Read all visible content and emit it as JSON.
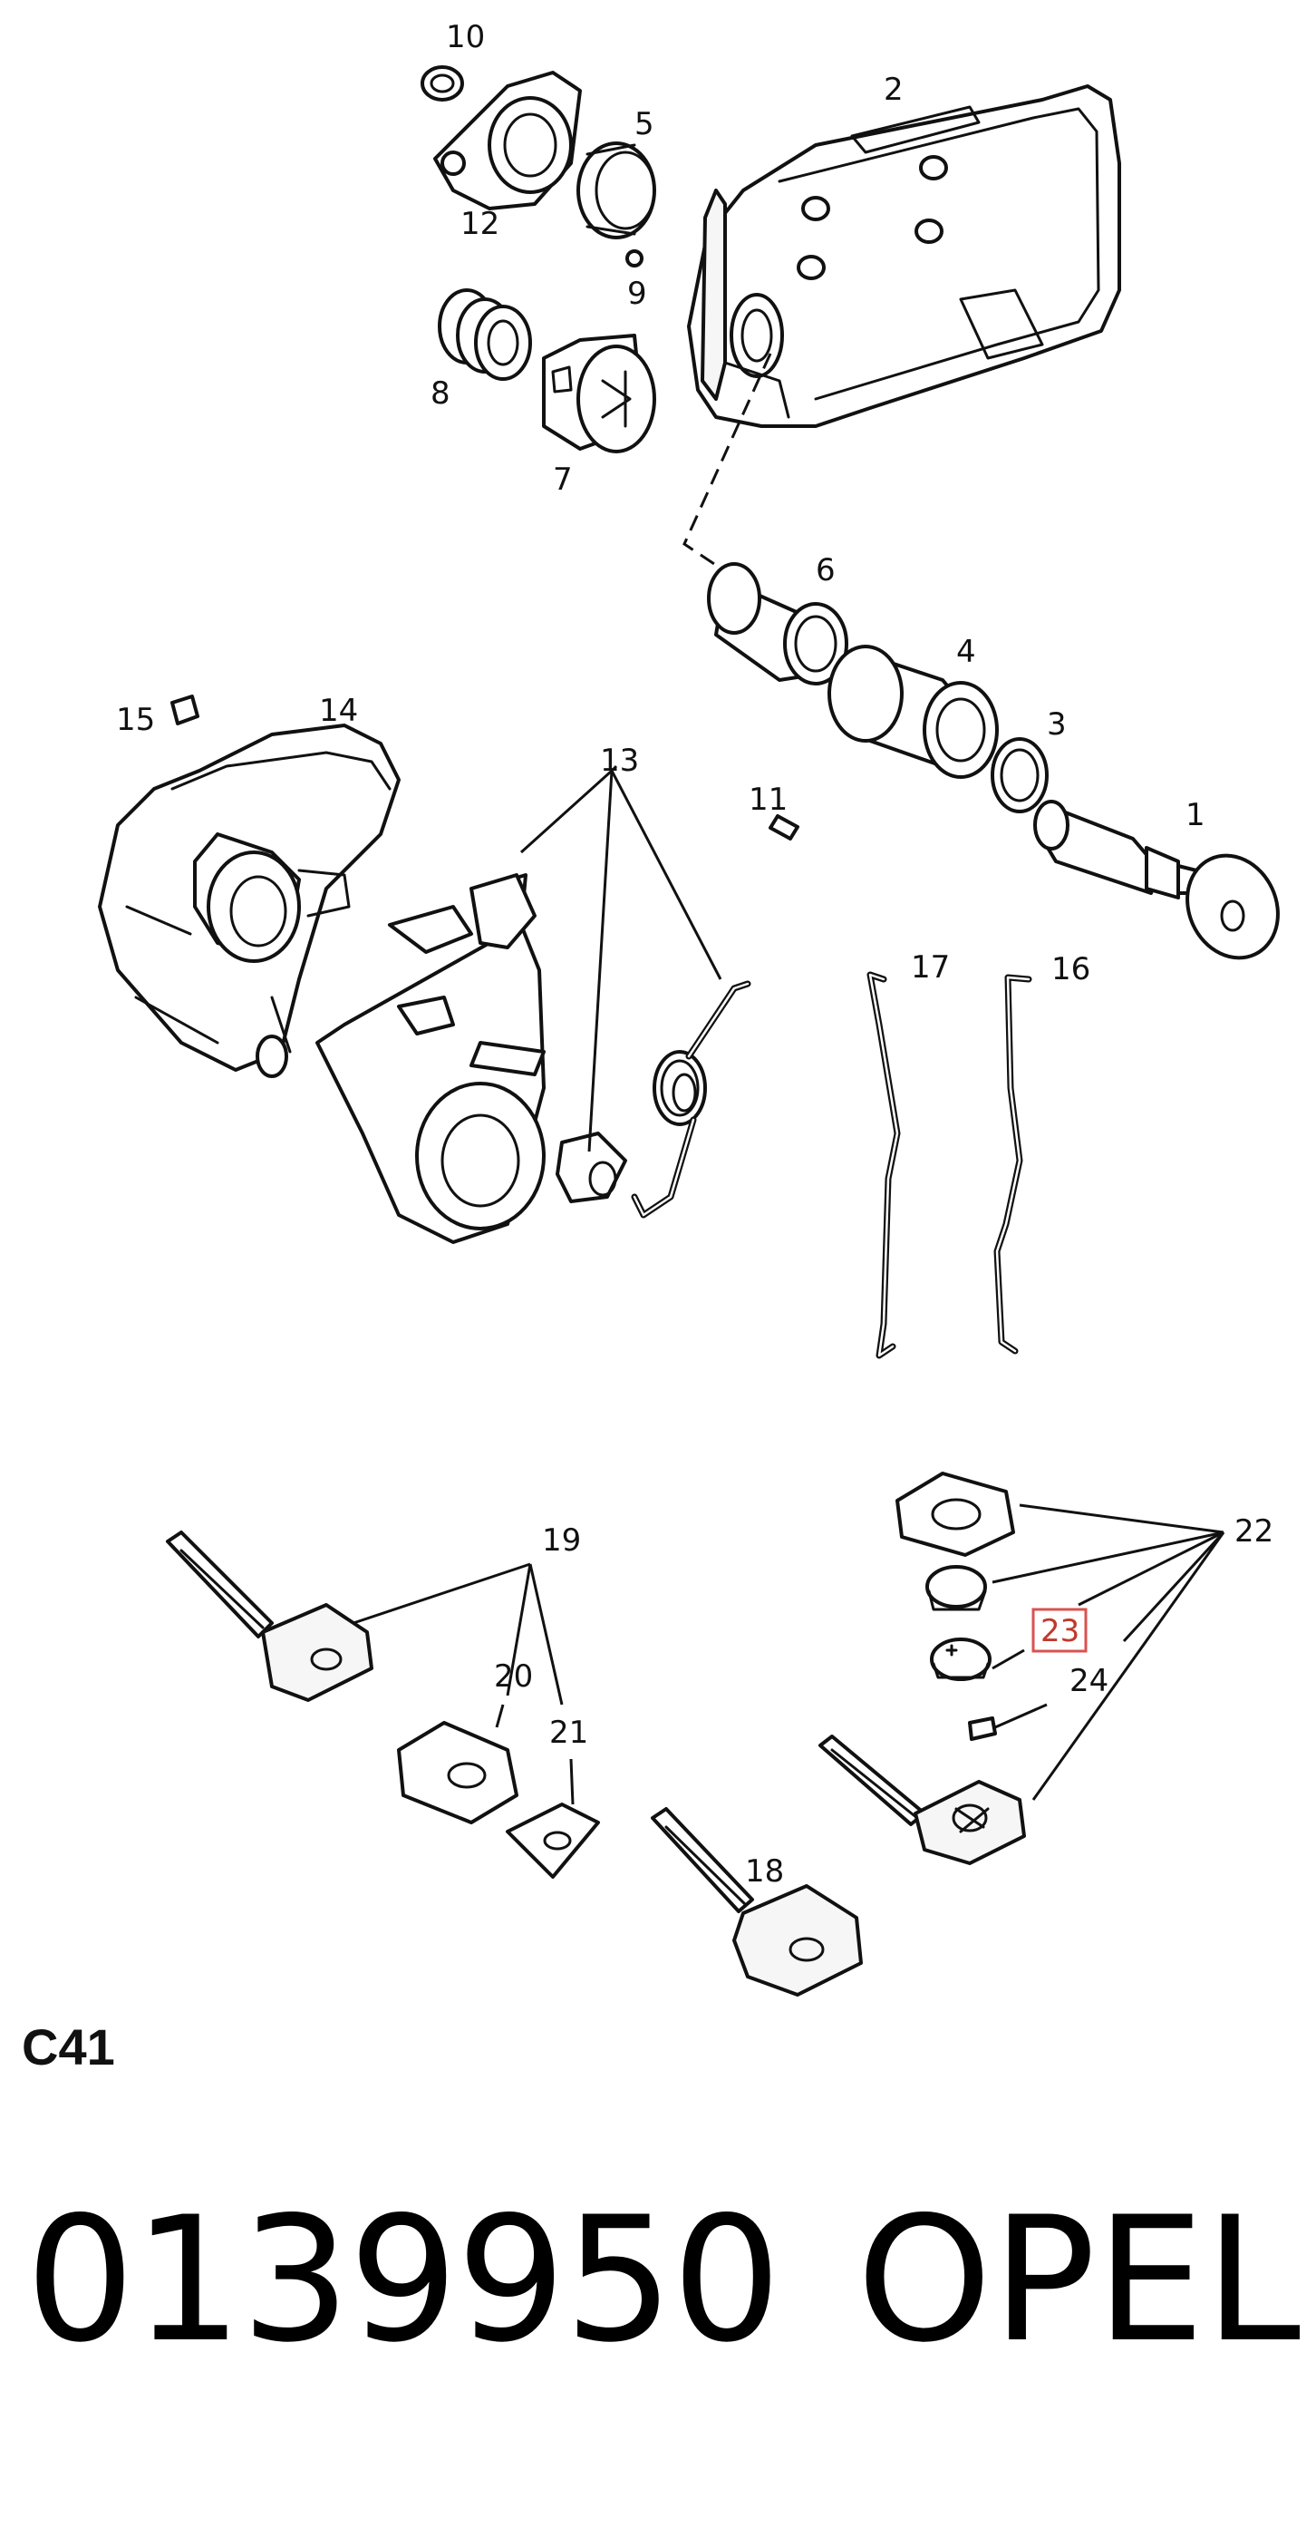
{
  "diagram": {
    "group_code": "C41",
    "part_number": "0139950",
    "brand": "OPEL",
    "highlighted_callout": "23",
    "callouts": [
      "1",
      "2",
      "3",
      "4",
      "5",
      "6",
      "7",
      "8",
      "9",
      "10",
      "11",
      "12",
      "13",
      "14",
      "15",
      "16",
      "17",
      "18",
      "19",
      "20",
      "21",
      "22",
      "23",
      "24"
    ]
  },
  "colors": {
    "line": "#111111",
    "highlight": "#d9534f",
    "background": "#ffffff"
  }
}
